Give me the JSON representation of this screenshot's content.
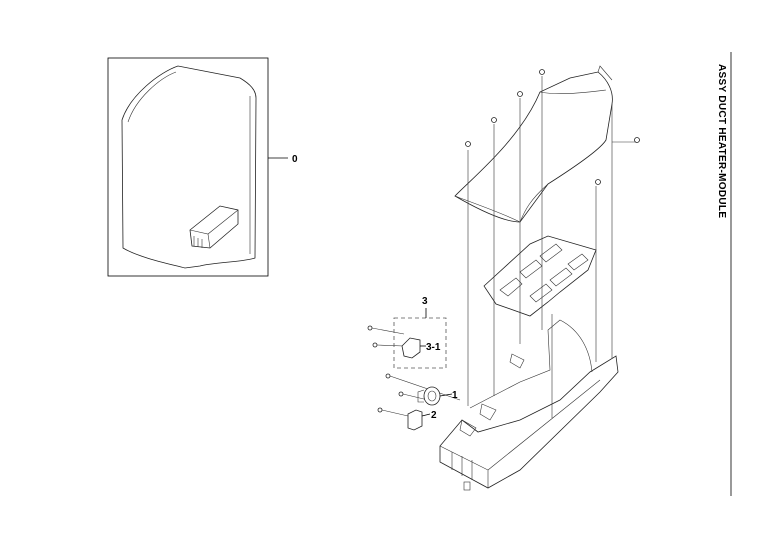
{
  "title": "ASSY DUCT HEATER-MODULE",
  "callouts": [
    {
      "id": "0",
      "label": "0"
    },
    {
      "id": "3",
      "label": "3"
    },
    {
      "id": "3-1",
      "label": "3-1"
    },
    {
      "id": "1",
      "label": "1"
    },
    {
      "id": "2",
      "label": "2"
    }
  ]
}
